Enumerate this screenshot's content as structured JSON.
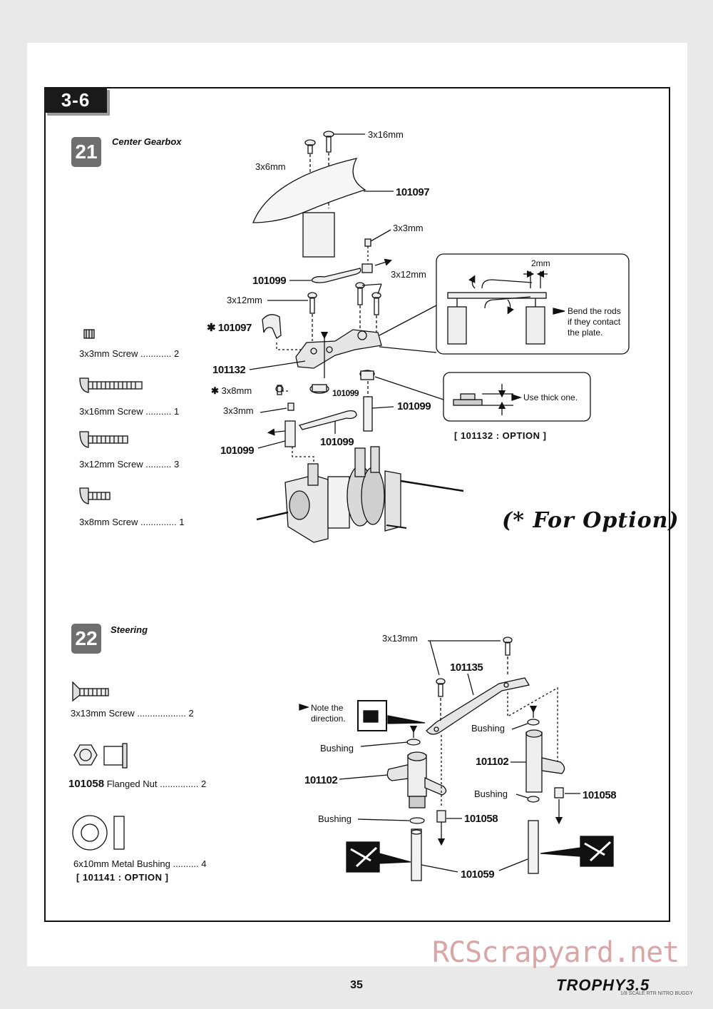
{
  "section": "3-6",
  "step21": {
    "number": "21",
    "title": "Center Gearbox",
    "legend": [
      {
        "label": "3x3mm  Screw",
        "leader": "............",
        "qty": "2"
      },
      {
        "label": "3x16mm  Screw",
        "leader": "..........",
        "qty": "1"
      },
      {
        "label": "3x12mm  Screw",
        "leader": "..........",
        "qty": "3"
      },
      {
        "label": "3x8mm Screw",
        "leader": "..............",
        "qty": "1"
      }
    ],
    "callouts": {
      "s3x16": "3x16mm",
      "s3x6": "3x6mm",
      "p101097": "101097",
      "s3x3_top": "3x3mm",
      "s3x12_right": "3x12mm",
      "p101099_a": "101099",
      "s3x12_left": "3x12mm",
      "p101097_opt": "101097",
      "p101132": "101132",
      "s3x8_opt": "3x8mm",
      "p101099_b": "101099",
      "s3x3_bottom": "3x3mm",
      "p101099_c": "101099",
      "p101099_d": "101099",
      "p101099_e": "101099",
      "asterisk": "✱"
    },
    "detail1": {
      "dim": "2mm",
      "note": "Bend the rods\nif they contact\nthe plate."
    },
    "detail2": {
      "note": "Use thick one.",
      "option": "[ 101132 : OPTION ]"
    },
    "for_option": "(* For Option)"
  },
  "step22": {
    "number": "22",
    "title": "Steering",
    "legend": {
      "screw": {
        "label": "3x13mm  Screw",
        "leader": "...................",
        "qty": "2"
      },
      "nut": {
        "part": "101058",
        "label": "Flanged Nut",
        "leader": "...............",
        "qty": "2"
      },
      "bushing": {
        "label": "6x10mm Metal Bushing",
        "leader": "..........",
        "qty": "4",
        "option": "[ 101141 : OPTION ]"
      }
    },
    "callouts": {
      "s3x13": "3x13mm",
      "p101135": "101135",
      "note_direction": "Note the\ndirection.",
      "bushing_tr": "Bushing",
      "bushing_tl": "Bushing",
      "p101102_r": "101102",
      "p101102_l": "101102",
      "bushing_mr": "Bushing",
      "p101058_r": "101058",
      "bushing_bl": "Bushing",
      "p101058_l": "101058",
      "p101059": "101059"
    }
  },
  "footer": {
    "page": "35",
    "logo": "TROPHY3.5",
    "logo_sub": "1/8 SCALE RTR NITRO BUGGY",
    "watermark": "RCScrapyard.net"
  }
}
